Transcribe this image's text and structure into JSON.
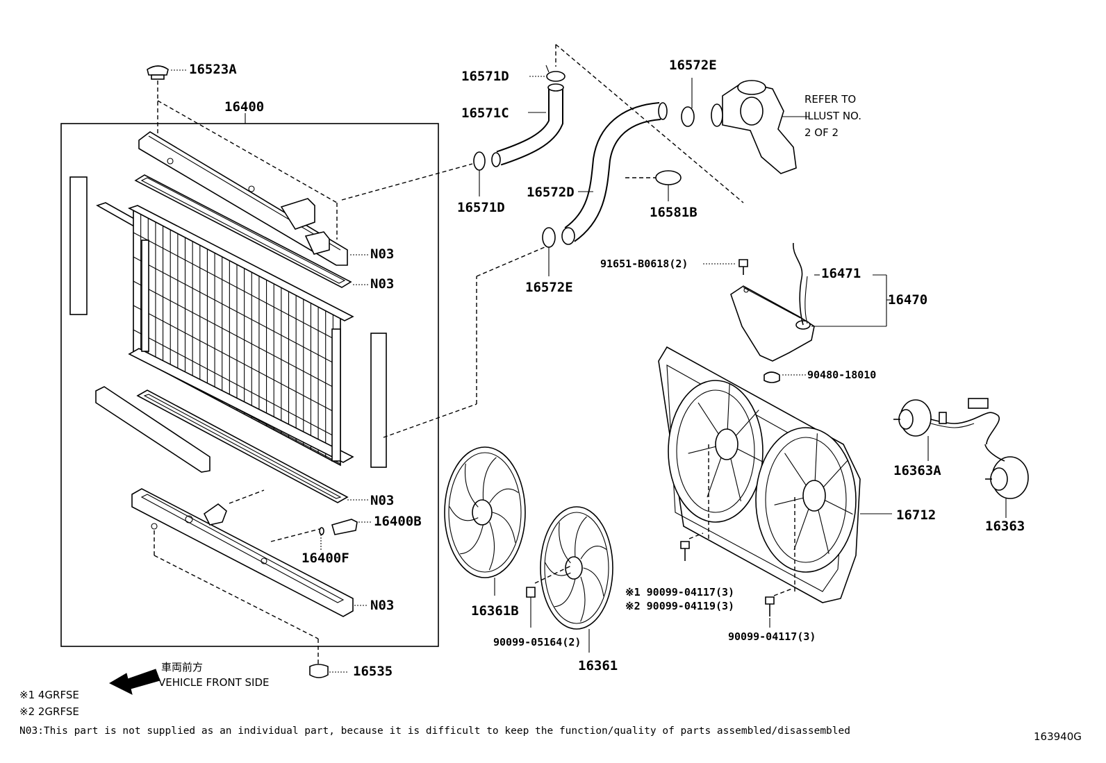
{
  "labels": {
    "p16523A": "16523A",
    "p16400": "16400",
    "p16571D_top": "16571D",
    "p16571C": "16571C",
    "p16571D_bot": "16571D",
    "p16572E_top": "16572E",
    "p16572D": "16572D",
    "p16581B": "16581B",
    "p16572E_bot": "16572E",
    "p91651": "91651-B0618(2)",
    "p16471": "16471",
    "p16470": "16470",
    "p90480": "90480-18010",
    "n03_a": "N03",
    "n03_b": "N03",
    "n03_c": "N03",
    "n03_d": "N03",
    "p16400B": "16400B",
    "p16400F": "16400F",
    "p16535": "16535",
    "p16361B": "16361B",
    "p90099_05164": "90099-05164(2)",
    "p16361": "16361",
    "star1_label": "※1 90099-04117(3)",
    "star2_label": "※2 90099-04119(3)",
    "p90099_04117": "90099-04117(3)",
    "p16712": "16712",
    "p16363A": "16363A",
    "p16363": "16363"
  },
  "refer": {
    "line1": "REFER TO",
    "line2": "ILLUST NO.",
    "line3": "2 OF 2"
  },
  "direction": {
    "japanese": "車両前方",
    "english": "VEHICLE FRONT SIDE"
  },
  "footnotes": {
    "note1": "※1 4GRFSE",
    "note2": "※2 2GRFSE",
    "n03": "N03:This part is not supplied as an individual part, because it is difficult to keep the function/quality of parts assembled/disassembled"
  },
  "figure_id": "163940G"
}
